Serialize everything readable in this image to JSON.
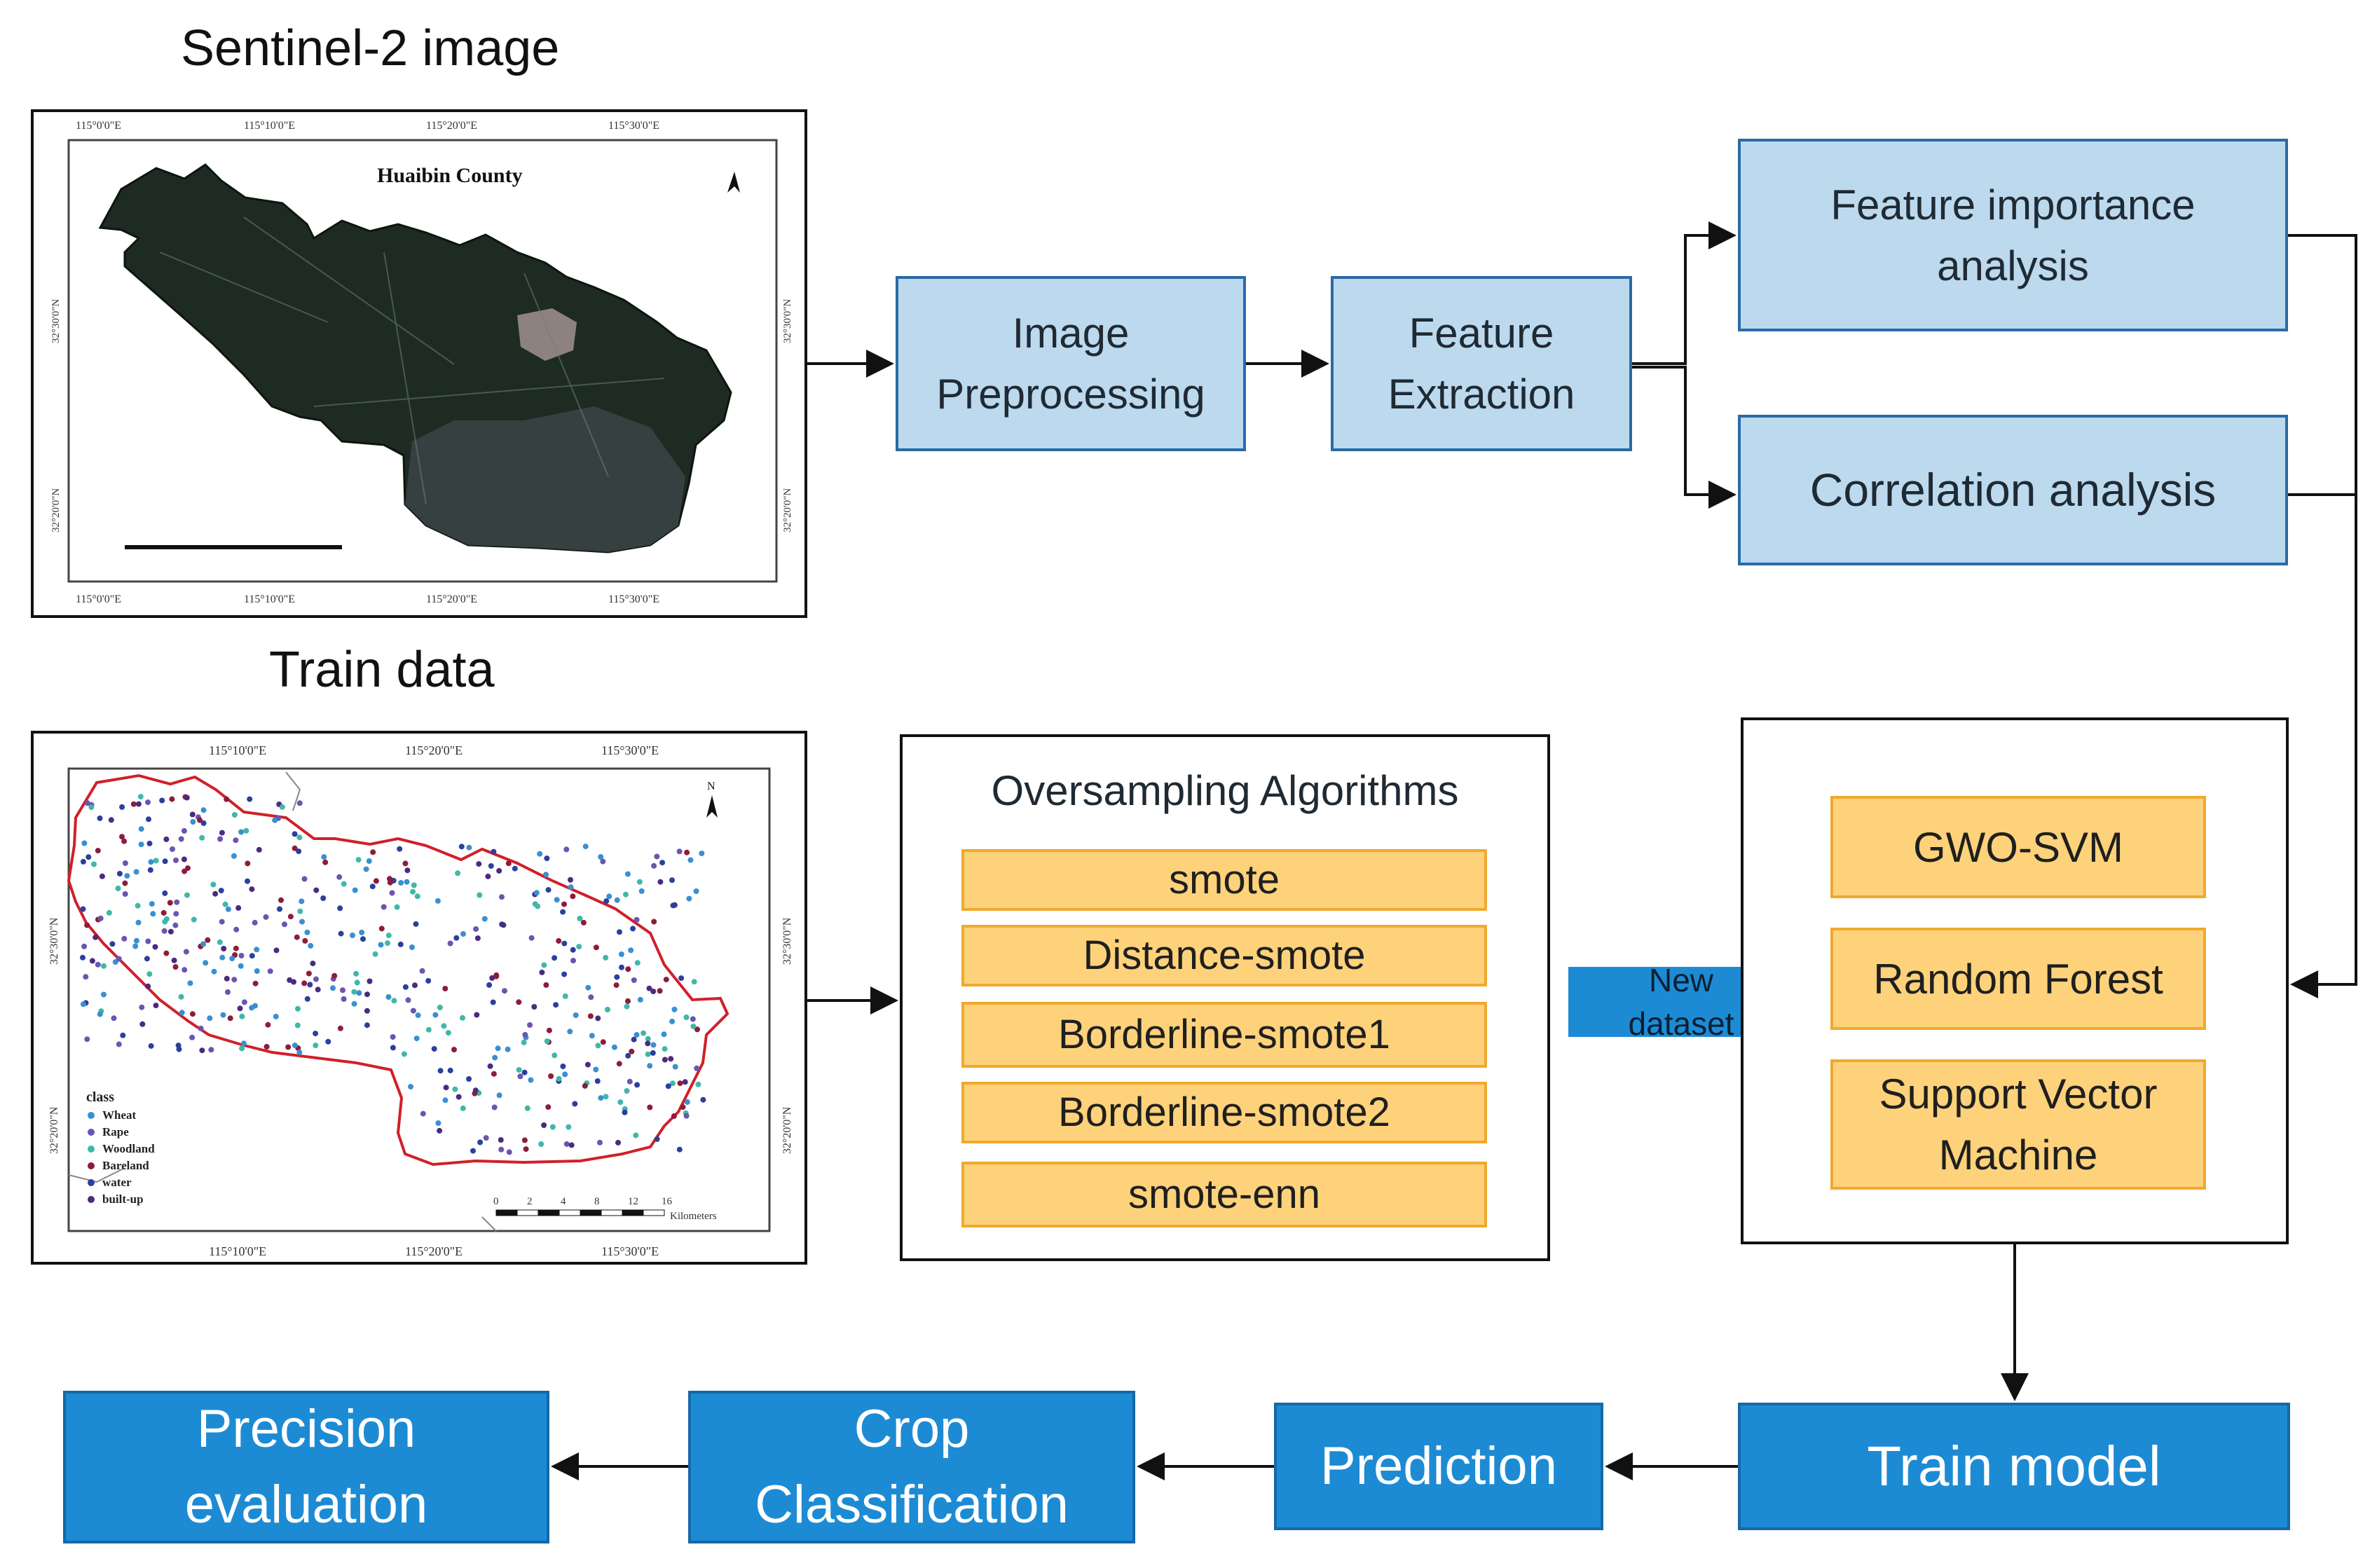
{
  "sentinel": {
    "heading": "Sentinel-2 image",
    "map_title": "Huaibin County",
    "top_ticks": [
      "115°0'0\"E",
      "115°10'0\"E",
      "115°20'0\"E",
      "115°30'0\"E"
    ],
    "side_ticks": [
      "32°30'0\"N",
      "32°20'0\"N"
    ]
  },
  "train": {
    "heading": "Train data",
    "top_ticks": [
      "115°10'0\"E",
      "115°20'0\"E",
      "115°30'0\"E"
    ],
    "side_ticks": [
      "32°30'0\"N",
      "32°20'0\"N"
    ],
    "legend_title": "class",
    "legend_items": [
      {
        "label": "Wheat",
        "color": "#3a8fd0"
      },
      {
        "label": "Rape",
        "color": "#6a55b0"
      },
      {
        "label": "Woodland",
        "color": "#3fb8a8"
      },
      {
        "label": "Bareland",
        "color": "#8c1d3a"
      },
      {
        "label": "water",
        "color": "#2b3f9e"
      },
      {
        "label": "built-up",
        "color": "#4b2a80"
      }
    ],
    "scale_labels": [
      "0",
      "2",
      "4",
      "8",
      "12",
      "16"
    ],
    "scale_unit": "Kilometers",
    "north": "N"
  },
  "boxes": {
    "image_preprocessing": "Image\nPreprocessing",
    "feature_extraction": "Feature\nExtraction",
    "feature_importance": "Feature importance\nanalysis",
    "correlation": "Correlation analysis"
  },
  "oversampling": {
    "title": "Oversampling Algorithms",
    "items": [
      "smote",
      "Distance-smote",
      "Borderline-smote1",
      "Borderline-smote2",
      "smote-enn"
    ]
  },
  "new_dataset": "New\ndataset",
  "models": [
    "GWO-SVM",
    "Random Forest",
    "Support Vector\nMachine"
  ],
  "bottom": {
    "train_model": "Train model",
    "prediction": "Prediction",
    "crop_classification": "Crop\nClassification",
    "precision_evaluation": "Precision\nevaluation"
  },
  "colors": {
    "light_blue": "#bcd9ee",
    "dark_blue": "#1d8bd4",
    "orange": "#fdd27a",
    "boundary_red": "#d0202a"
  }
}
